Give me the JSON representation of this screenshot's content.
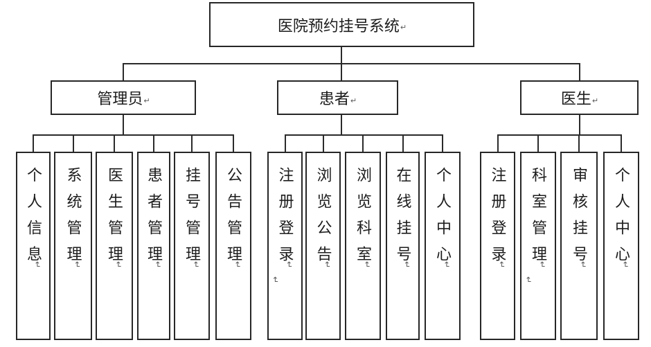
{
  "diagram": {
    "root": {
      "label": "医院预约挂号系统"
    },
    "paragraph_mark": "↵",
    "branches": [
      {
        "label": "管理员",
        "children": [
          {
            "label": "个人信息"
          },
          {
            "label": "系统管理"
          },
          {
            "label": "医生管理"
          },
          {
            "label": "患者管理"
          },
          {
            "label": "挂号管理"
          },
          {
            "label": "公告管理"
          }
        ]
      },
      {
        "label": "患者",
        "children": [
          {
            "label": "注册登录",
            "extra_mark": true
          },
          {
            "label": "浏览公告"
          },
          {
            "label": "浏览科室"
          },
          {
            "label": "在线挂号"
          },
          {
            "label": "个人中心"
          }
        ]
      },
      {
        "label": "医生",
        "children": [
          {
            "label": "注册登录"
          },
          {
            "label": "科室管理",
            "extra_mark": true
          },
          {
            "label": "审核挂号"
          },
          {
            "label": "个人中心"
          }
        ]
      }
    ]
  }
}
